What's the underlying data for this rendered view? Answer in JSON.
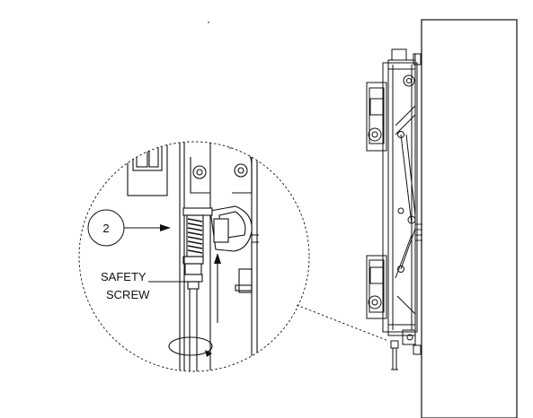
{
  "callout": {
    "number": "2",
    "label_line1": "SAFETY",
    "label_line2": "SCREW"
  },
  "colors": {
    "ink": "#111111",
    "background": "#ffffff"
  }
}
